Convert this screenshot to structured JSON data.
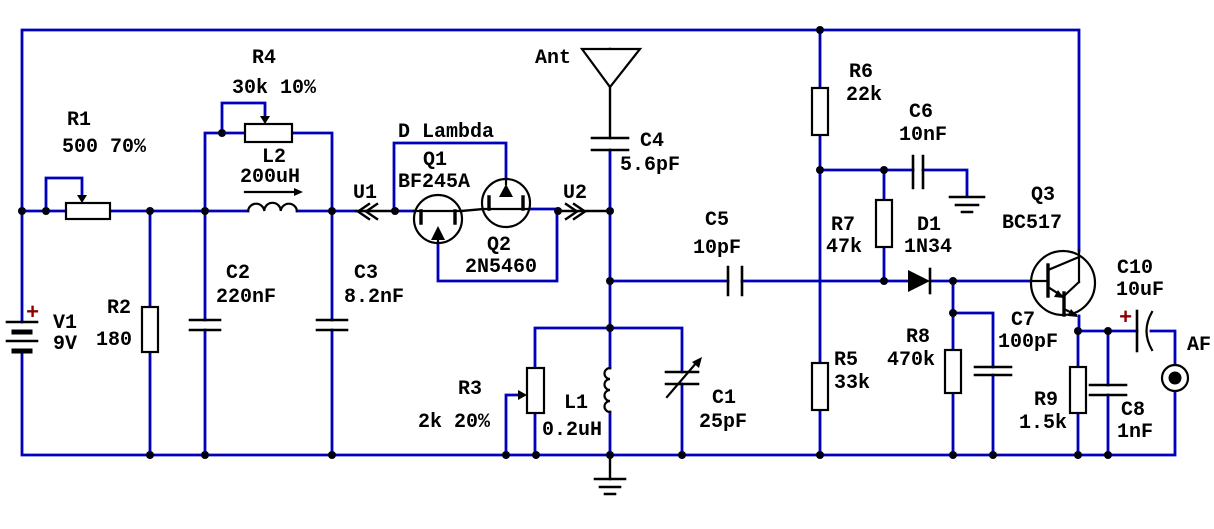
{
  "diagram_type": "circuit-schematic",
  "colors": {
    "wire": "#0000bb",
    "symbol": "#000000",
    "label": "#000000",
    "polarity_plus": "#8b0000",
    "background": "#ffffff"
  },
  "polarity": {
    "plus": "+"
  },
  "annotations": {
    "lambda": "D Lambda"
  },
  "ports": {
    "U1": "U1",
    "U2": "U2",
    "ant": "Ant",
    "af": "AF"
  },
  "components": {
    "V1": {
      "ref": "V1",
      "value": "9V"
    },
    "R1": {
      "ref": "R1",
      "value": "500 70%"
    },
    "R2": {
      "ref": "R2",
      "value": "180"
    },
    "R3": {
      "ref": "R3",
      "value": "2k 20%"
    },
    "R4": {
      "ref": "R4",
      "value": "30k 10%"
    },
    "R5": {
      "ref": "R5",
      "value": "33k"
    },
    "R6": {
      "ref": "R6",
      "value": "22k"
    },
    "R7": {
      "ref": "R7",
      "value": "47k"
    },
    "R8": {
      "ref": "R8",
      "value": "470k"
    },
    "R9": {
      "ref": "R9",
      "value": "1.5k"
    },
    "C1": {
      "ref": "C1",
      "value": "25pF"
    },
    "C2": {
      "ref": "C2",
      "value": "220nF"
    },
    "C3": {
      "ref": "C3",
      "value": "8.2nF"
    },
    "C4": {
      "ref": "C4",
      "value": "5.6pF"
    },
    "C5": {
      "ref": "C5",
      "value": "10pF"
    },
    "C6": {
      "ref": "C6",
      "value": "10nF"
    },
    "C7": {
      "ref": "C7",
      "value": "100pF"
    },
    "C8": {
      "ref": "C8",
      "value": "1nF"
    },
    "C10": {
      "ref": "C10",
      "value": "10uF"
    },
    "L1": {
      "ref": "L1",
      "value": "0.2uH"
    },
    "L2": {
      "ref": "L2",
      "value": "200uH"
    },
    "Q1": {
      "ref": "Q1",
      "value": "BF245A"
    },
    "Q2": {
      "ref": "Q2",
      "value": "2N5460"
    },
    "Q3": {
      "ref": "Q3",
      "value": "BC517"
    },
    "D1": {
      "ref": "D1",
      "value": "1N34"
    }
  }
}
